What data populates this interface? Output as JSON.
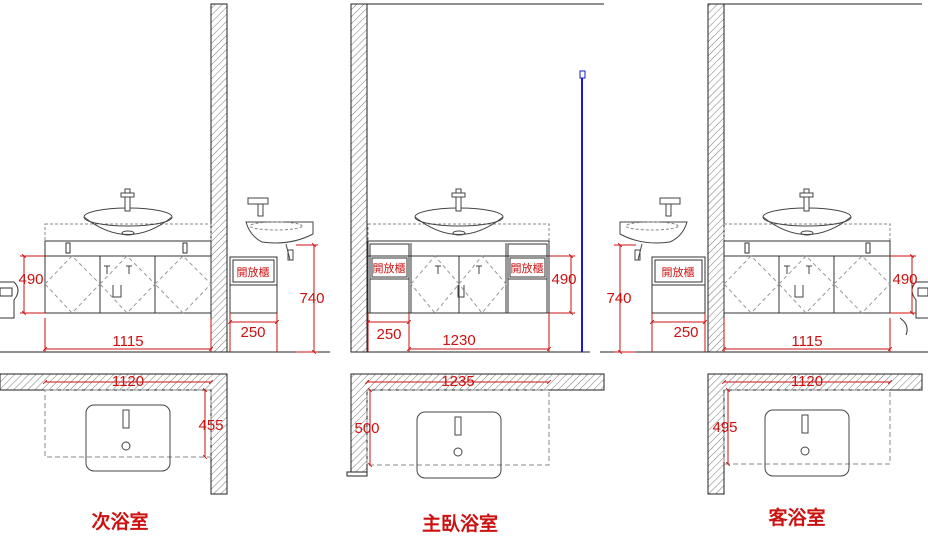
{
  "rooms": [
    {
      "title": "次浴室",
      "elevation": {
        "cabinet_height": "490",
        "total_height": "740",
        "width": "1115",
        "open_width": "250",
        "open_label": "開放櫃"
      },
      "plan": {
        "width": "1120",
        "depth": "455"
      }
    },
    {
      "title": "主臥浴室",
      "elevation": {
        "cabinet_height": "490",
        "width": "1230",
        "open_width": "250",
        "open_label_left": "開放櫃",
        "open_label_right": "開放櫃"
      },
      "plan": {
        "width": "1235",
        "depth": "500"
      }
    },
    {
      "title": "客浴室",
      "elevation": {
        "cabinet_height": "490",
        "total_height": "740",
        "width": "1115",
        "open_width": "250",
        "open_label": "開放櫃"
      },
      "plan": {
        "width": "1120",
        "depth": "495"
      }
    }
  ],
  "colors": {
    "dimension": "#cc1111",
    "line": "#222222",
    "wall_hatch": "#666666",
    "marker": "#1a1acc"
  }
}
